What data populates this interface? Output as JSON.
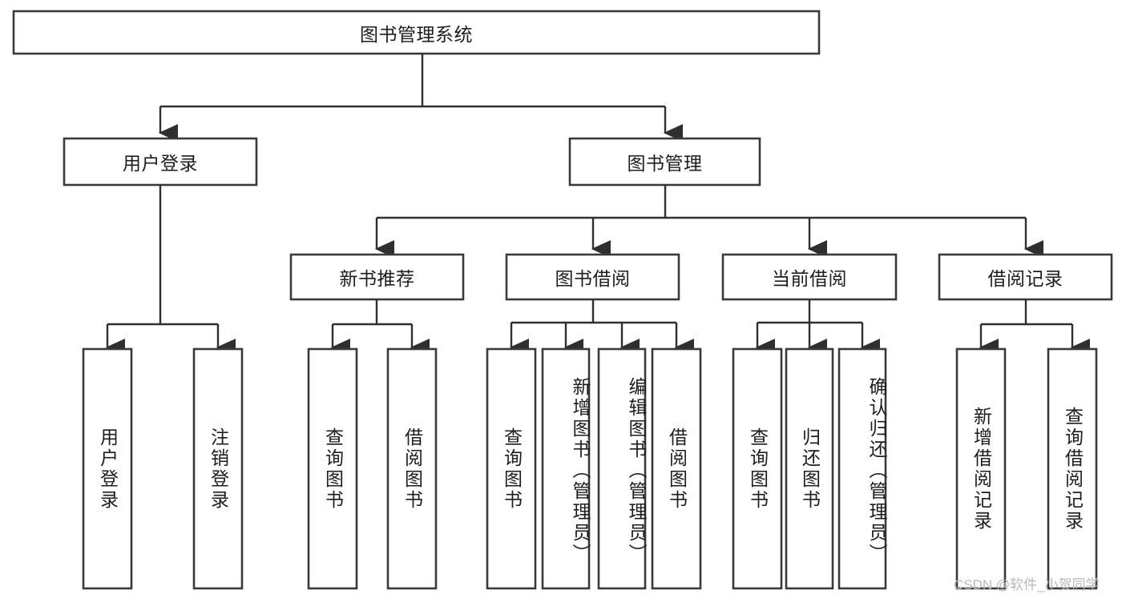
{
  "diagram": {
    "title_node": {
      "label": "图书管理系统"
    },
    "level2": [
      {
        "label": "用户登录"
      },
      {
        "label": "图书管理"
      }
    ],
    "level3": [
      {
        "label": "新书推荐"
      },
      {
        "label": "图书借阅"
      },
      {
        "label": "当前借阅"
      },
      {
        "label": "借阅记录"
      }
    ],
    "leaves": {
      "user_login": [
        {
          "label": "用户登录"
        },
        {
          "label": "注销登录"
        }
      ],
      "new_book_recommend": [
        {
          "label": "查询图书"
        },
        {
          "label": "借阅图书"
        }
      ],
      "book_borrow": [
        {
          "label": "查询图书"
        },
        {
          "label": "新增图书（管理员）"
        },
        {
          "label": "编辑图书（管理员）"
        },
        {
          "label": "借阅图书"
        }
      ],
      "current_borrow": [
        {
          "label": "查询图书"
        },
        {
          "label": "归还图书"
        },
        {
          "label": "确认归还（管理员）"
        }
      ],
      "borrow_record": [
        {
          "label": "新增借阅记录"
        },
        {
          "label": "查询借阅记录"
        }
      ]
    }
  },
  "watermark": {
    "text": "CSDN @软件_小贺同学"
  },
  "colors": {
    "box_stroke": "#3a3a3a",
    "connector": "#2f2f2f",
    "text": "#1d1d1d",
    "background": "#ffffff",
    "watermark": "#b9b9b9"
  }
}
